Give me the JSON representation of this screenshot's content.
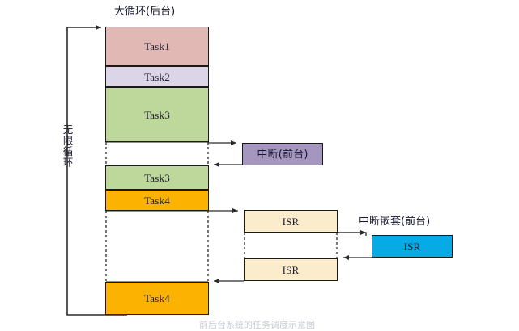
{
  "diagram": {
    "title_main": "大循环(后台)",
    "title_interrupt": "中断嵌套(前台)",
    "loop_label": "无限循环",
    "caption": "前后台系统的任务调度示意图",
    "colors": {
      "task1": "#e2b8b5",
      "task2": "#dcd5e7",
      "task3": "#bed79b",
      "task4": "#fbb200",
      "interrupt": "#a596c0",
      "isr_cream": "#fbeccb",
      "isr_blue": "#06aae4",
      "line": "#3a3a3a",
      "border": "#1a1a1a"
    },
    "main_column": [
      {
        "name": "task1-block",
        "label": "Task1",
        "color_key": "task1"
      },
      {
        "name": "task2-block",
        "label": "Task2",
        "color_key": "task2"
      },
      {
        "name": "task3-block",
        "label": "Task3",
        "color_key": "task3"
      },
      {
        "name": "gap-block-1",
        "label": "",
        "color_key": "none"
      },
      {
        "name": "task3-block-2",
        "label": "Task3",
        "color_key": "task3"
      },
      {
        "name": "task4-block",
        "label": "Task4",
        "color_key": "task4"
      },
      {
        "name": "gap-block-2",
        "label": "",
        "color_key": "none"
      },
      {
        "name": "task4-block-2",
        "label": "Task4",
        "color_key": "task4"
      }
    ],
    "interrupt_box": {
      "label": "中断(前台)",
      "color_key": "interrupt"
    },
    "isr_boxes": [
      {
        "name": "isr-box-top",
        "label": "ISR",
        "color_key": "isr_cream"
      },
      {
        "name": "isr-box-bottom",
        "label": "ISR",
        "color_key": "isr_cream"
      }
    ],
    "nested_isr_box": {
      "label": "ISR",
      "color_key": "isr_blue"
    }
  }
}
